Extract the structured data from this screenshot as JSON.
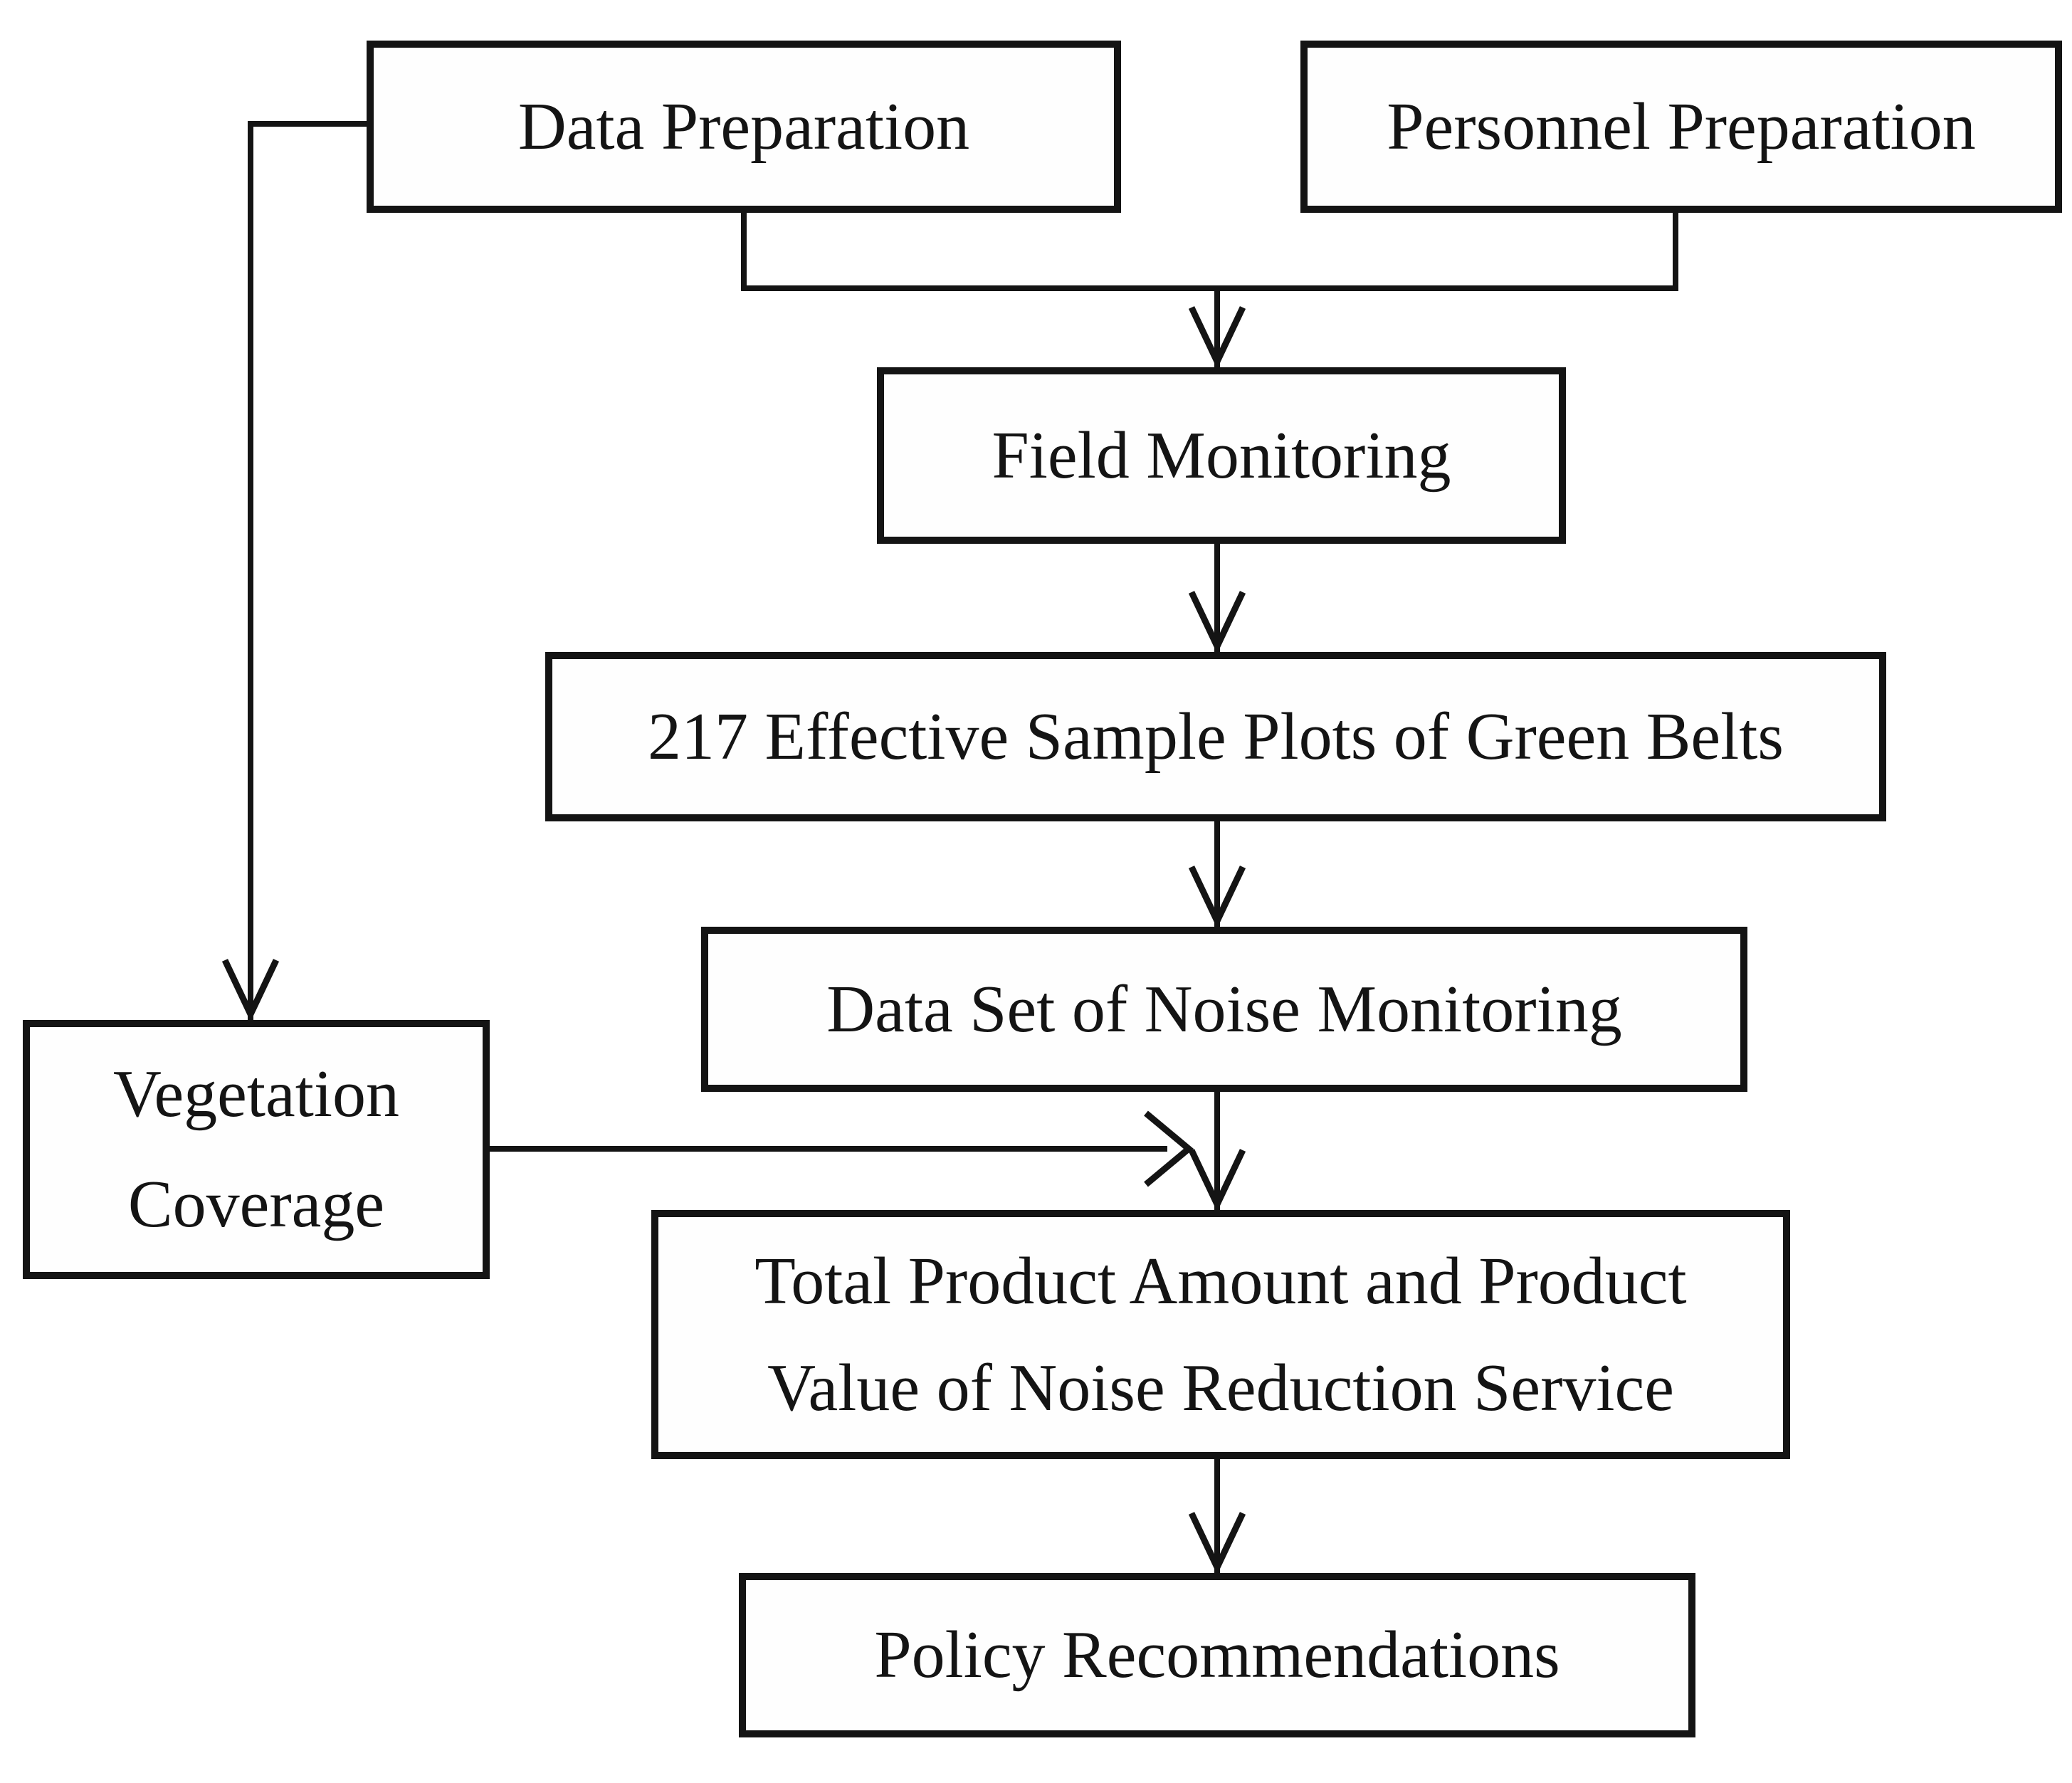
{
  "diagram": {
    "type": "flowchart",
    "colors": {
      "ink": "#141414",
      "background": "#ffffff"
    },
    "nodes": [
      {
        "id": "data-preparation",
        "label": "Data Preparation"
      },
      {
        "id": "personnel-preparation",
        "label": "Personnel Preparation"
      },
      {
        "id": "field-monitoring",
        "label": "Field Monitoring"
      },
      {
        "id": "sample-plots",
        "label": "217 Effective Sample Plots of Green Belts"
      },
      {
        "id": "noise-dataset",
        "label": "Data Set of Noise Monitoring"
      },
      {
        "id": "vegetation-coverage",
        "label": "Vegetation\nCoverage"
      },
      {
        "id": "total-product",
        "label": "Total Product Amount and Product\nValue of Noise Reduction Service"
      },
      {
        "id": "policy-recommendations",
        "label": "Policy Recommendations"
      }
    ],
    "edges": [
      {
        "from": "data-preparation",
        "to": "vegetation-coverage"
      },
      {
        "from": "data-preparation",
        "to": "field-monitoring"
      },
      {
        "from": "personnel-preparation",
        "to": "field-monitoring"
      },
      {
        "from": "field-monitoring",
        "to": "sample-plots"
      },
      {
        "from": "sample-plots",
        "to": "noise-dataset"
      },
      {
        "from": "noise-dataset",
        "to": "total-product"
      },
      {
        "from": "vegetation-coverage",
        "to": "total-product"
      },
      {
        "from": "total-product",
        "to": "policy-recommendations"
      }
    ]
  }
}
